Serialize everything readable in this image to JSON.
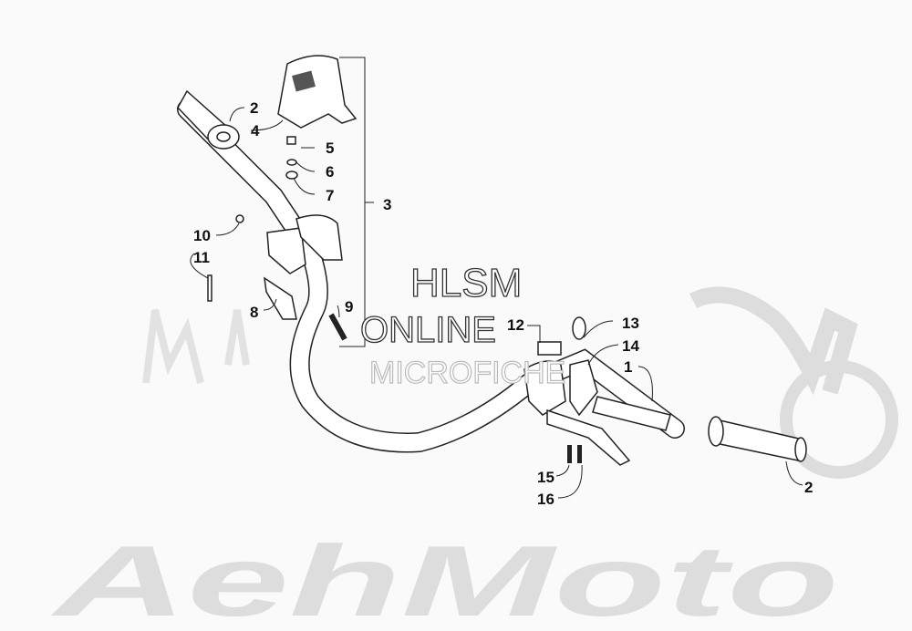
{
  "watermark": {
    "brand": "AehMoto",
    "line1": "HLSM",
    "line2": "ONLINE",
    "line3": "MICROFICHE"
  },
  "callouts": {
    "c1": "1",
    "c2a": "2",
    "c2b": "2",
    "c3": "3",
    "c4": "4",
    "c5": "5",
    "c6": "6",
    "c7": "7",
    "c8": "8",
    "c9": "9",
    "c10": "10",
    "c11": "11",
    "c12": "12",
    "c13": "13",
    "c14": "14",
    "c15": "15",
    "c16": "16"
  }
}
